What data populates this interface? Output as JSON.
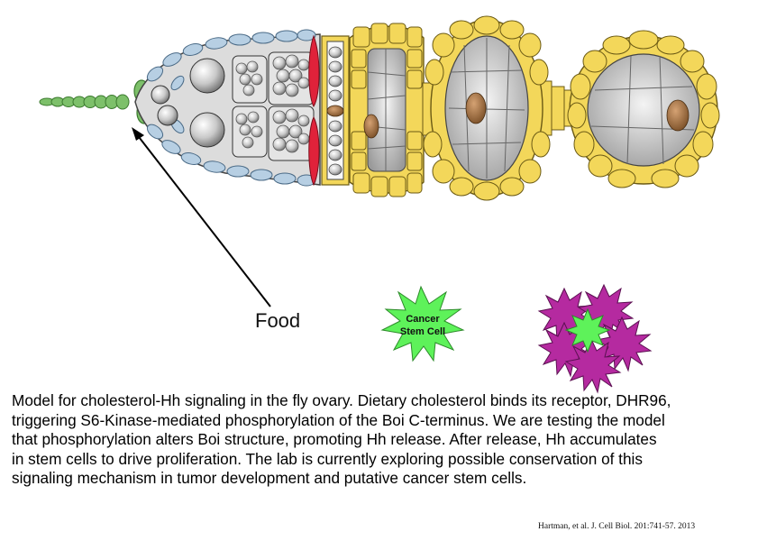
{
  "food_label": "Food",
  "cancer_cell_label_line1": "Cancer",
  "cancer_cell_label_line2": "Stem Cell",
  "caption_lines": [
    "Model for cholesterol-Hh signaling in the fly ovary. Dietary cholesterol binds its receptor, DHR96,",
    "triggering S6-Kinase-mediated phosphorylation of the Boi C-terminus.  We are testing the model",
    "that phosphorylation alters Boi structure, promoting Hh release.  After release, Hh accumulates",
    "in stem cells to drive proliferation.  The lab is currently exploring possible conservation of this",
    "signaling mechanism in tumor development and putative cancer stem cells."
  ],
  "citation": "Hartman, et al.  J. Cell Biol. 201:741-57. 2013",
  "colors": {
    "stalk_green": "#7dc06a",
    "follicle_blue": "#b7cfe3",
    "yellow_follicle": "#f3d75a",
    "red_cap": "#e0223a",
    "nucleus_brown": "#a87a4a",
    "cancer_green": "#5ef25a",
    "tumor_magenta": "#b52aa0"
  }
}
